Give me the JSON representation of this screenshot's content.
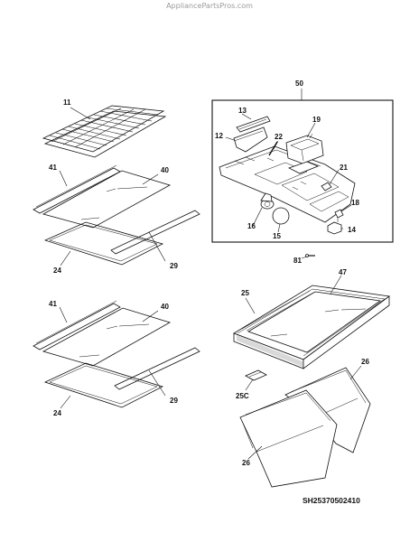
{
  "watermark": "AppliancePartsPros.com",
  "part_labels": {
    "p11": "11",
    "p41a": "41",
    "p40a": "40",
    "p29a": "29",
    "p24a": "24",
    "p41b": "41",
    "p40b": "40",
    "p29b": "29",
    "p24b": "24",
    "p50": "50",
    "p13": "13",
    "p12": "12",
    "p22": "22",
    "p19": "19",
    "p21": "21",
    "p18": "18",
    "p16": "16",
    "p15": "15",
    "p14": "14",
    "p81": "81",
    "p25": "25",
    "p47": "47",
    "p25c": "25C",
    "p26a": "26",
    "p26b": "26"
  },
  "diagram_code": "SH25370502410"
}
